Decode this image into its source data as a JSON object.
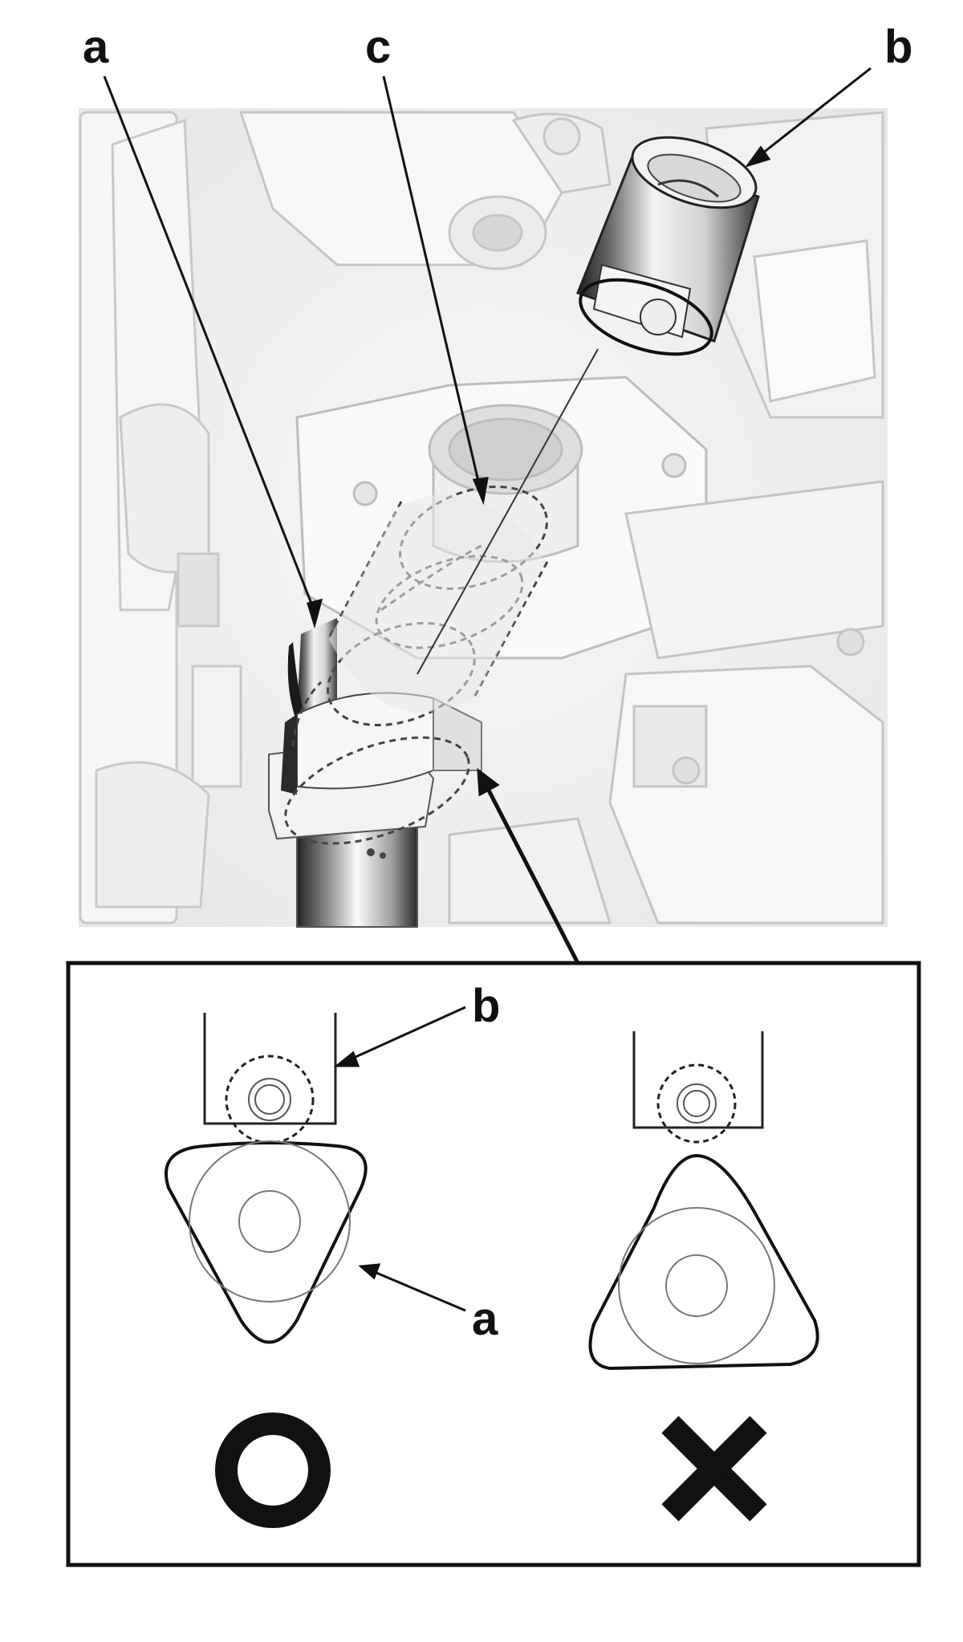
{
  "callouts": {
    "top_a": "a",
    "top_c": "c",
    "top_b": "b",
    "inset_b": "b",
    "inset_a": "a"
  },
  "icons": {
    "correct": "circle-o-icon",
    "incorrect": "cross-x-icon"
  },
  "colors": {
    "line": "#111111",
    "render_bg": "#ededed",
    "part_light": "#f7f7f7",
    "shadow": "#bdbdbd",
    "dark_shade": "#555555"
  }
}
